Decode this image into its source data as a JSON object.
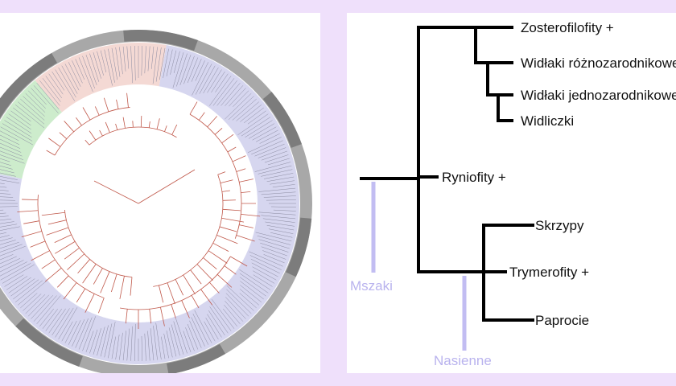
{
  "colors": {
    "page_background": "#efe0fb",
    "panel_background": "#ffffff",
    "ring_gray": "#a8a8a8",
    "ring_gray_dark": "#7c7c7c",
    "clade_blue": "#d6d6ef",
    "clade_pink": "#f4d9d4",
    "clade_green": "#cdeccc",
    "branch_red": "#c0584a",
    "tree_line": "#000000",
    "group_line": "#c2bdf2",
    "group_text": "#b9b3ee"
  },
  "cladogram": {
    "taxa": {
      "zosterofilofity": "Zosterofilofity +",
      "widlaki_roznozarodnikowe": "Widłaki różnozarodnikowe",
      "widlaki_jednozarodnikowe": "Widłaki jednozarodnikowe",
      "widliczki": "Widliczki",
      "ryniofity": "Ryniofity +",
      "skrzypy": "Skrzypy",
      "trymerofity": "Trymerofity +",
      "paprocie": "Paprocie"
    },
    "group_labels": {
      "mszaki": "Mszaki",
      "nasienne": "Nasienne"
    }
  }
}
